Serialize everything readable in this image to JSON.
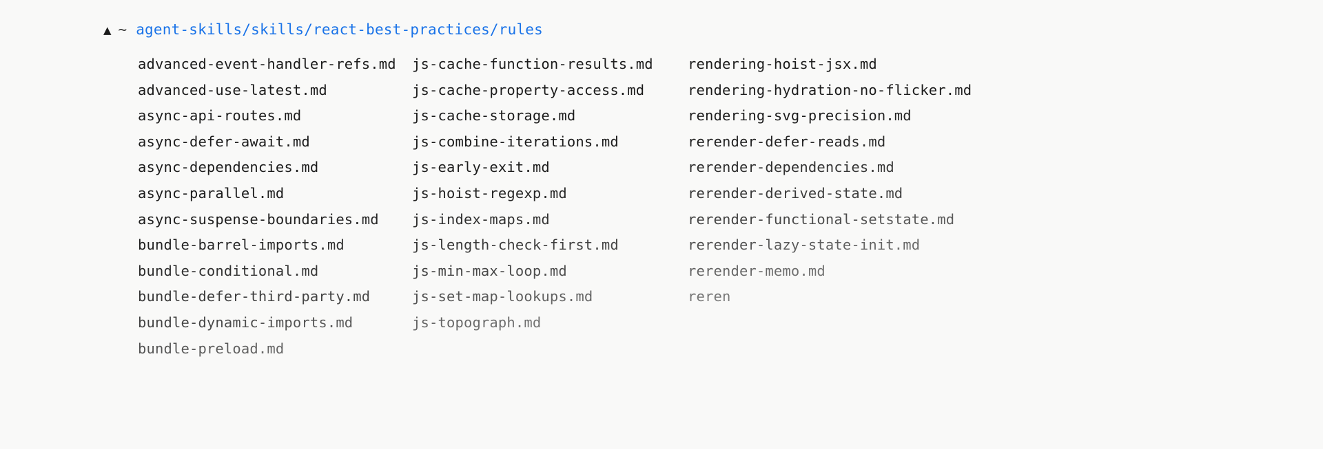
{
  "window": {
    "background_color": "#f9f9f8",
    "text_color": "#1c1c1c",
    "link_color": "#1a73e8"
  },
  "prompt": {
    "caret_icon": "triangle-up-icon",
    "caret_glyph": "▲",
    "home_symbol": "~",
    "path": "agent-skills/skills/react-best-practices/rules"
  },
  "listing": {
    "columns": [
      {
        "name": "column-1",
        "files": [
          "advanced-event-handler-refs.md",
          "advanced-use-latest.md",
          "async-api-routes.md",
          "async-defer-await.md",
          "async-dependencies.md",
          "async-parallel.md",
          "async-suspense-boundaries.md",
          "bundle-barrel-imports.md",
          "bundle-conditional.md",
          "bundle-defer-third-party.md",
          "bundle-dynamic-imports.md",
          "bundle-preload.md"
        ]
      },
      {
        "name": "column-2",
        "files": [
          "js-cache-function-results.md",
          "js-cache-property-access.md",
          "js-cache-storage.md",
          "js-combine-iterations.md",
          "js-early-exit.md",
          "js-hoist-regexp.md",
          "js-index-maps.md",
          "js-length-check-first.md",
          "js-min-max-loop.md",
          "js-set-map-lookups.md",
          "js-topograph.md",
          ""
        ]
      },
      {
        "name": "column-3",
        "files": [
          "rendering-hoist-jsx.md",
          "rendering-hydration-no-flicker.md",
          "rendering-svg-precision.md",
          "rerender-defer-reads.md",
          "rerender-dependencies.md",
          "rerender-derived-state.md",
          "rerender-functional-setstate.md",
          "rerender-lazy-state-init.md",
          "rerender-memo.md",
          "reren",
          "",
          ""
        ]
      }
    ]
  }
}
